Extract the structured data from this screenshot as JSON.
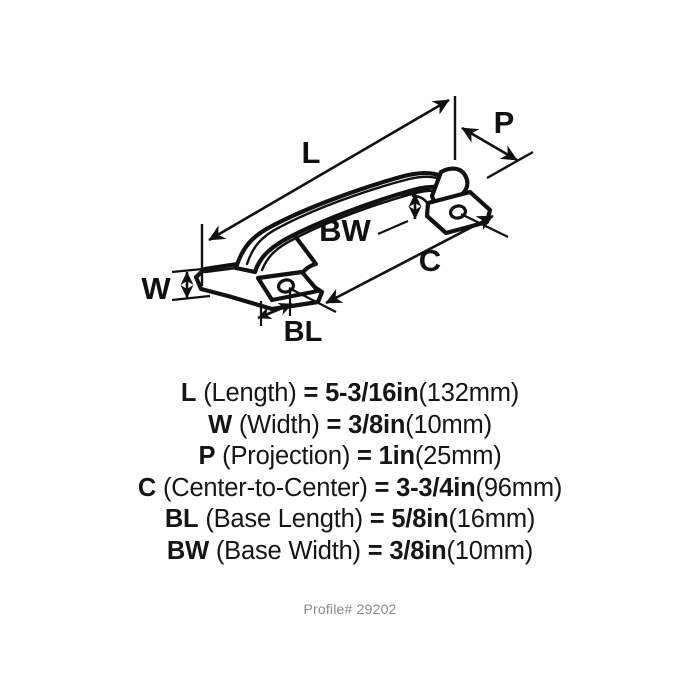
{
  "diagram": {
    "title": "cabinet-pull-dimension-diagram",
    "labels": {
      "length": "L",
      "width": "W",
      "projection": "P",
      "center_to_center": "C",
      "base_length": "BL",
      "base_width": "BW"
    }
  },
  "specs": [
    {
      "code": "L",
      "name": "(Length)",
      "equals": "=",
      "imperial": "5-3/16in",
      "metric": "(132mm)"
    },
    {
      "code": "W",
      "name": "(Width)",
      "equals": "=",
      "imperial": "3/8in",
      "metric": "(10mm)"
    },
    {
      "code": "P",
      "name": "(Projection)",
      "equals": "=",
      "imperial": "1in",
      "metric": "(25mm)"
    },
    {
      "code": "C",
      "name": "(Center-to-Center)",
      "equals": "=",
      "imperial": "3-3/4in",
      "metric": "(96mm)"
    },
    {
      "code": "BL",
      "name": "(Base Length)",
      "equals": "=",
      "imperial": "5/8in",
      "metric": "(16mm)"
    },
    {
      "code": "BW",
      "name": "(Base Width)",
      "equals": "=",
      "imperial": "3/8in",
      "metric": "(10mm)"
    }
  ],
  "profile": {
    "label": "Profile# 29202"
  },
  "colors": {
    "background": "#ffffff",
    "ink": "#111111",
    "muted": "#8a8a8a"
  }
}
